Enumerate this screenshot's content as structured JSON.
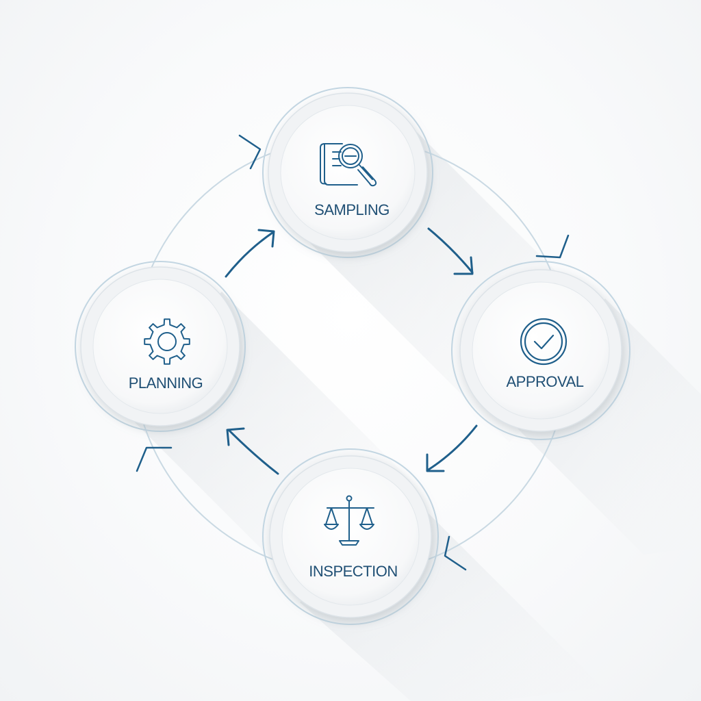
{
  "diagram": {
    "type": "cycle",
    "accent_color": "#1f5f8b",
    "ring_color": "#b9cfdc",
    "nodes": [
      {
        "id": "sampling",
        "label": "SAMPLING",
        "icon": "document-magnifier-icon"
      },
      {
        "id": "approval",
        "label": "APPROVAL",
        "icon": "check-circle-icon"
      },
      {
        "id": "inspection",
        "label": "INSPECTION",
        "icon": "balance-scale-icon"
      },
      {
        "id": "planning",
        "label": "PLANNING",
        "icon": "gear-icon"
      }
    ],
    "flow": [
      {
        "from": "planning",
        "to": "sampling"
      },
      {
        "from": "sampling",
        "to": "approval"
      },
      {
        "from": "approval",
        "to": "inspection"
      },
      {
        "from": "inspection",
        "to": "planning"
      }
    ]
  }
}
